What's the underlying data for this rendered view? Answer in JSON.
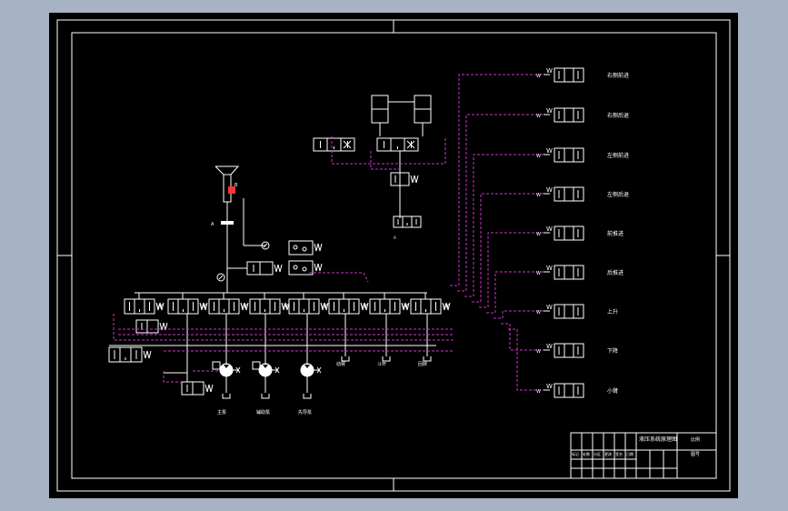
{
  "colors": {
    "background": "#a7b3c4",
    "sheet": "#000000",
    "line": "#ffffff",
    "pilot": "#cc33cc",
    "accent": "#ff3333"
  },
  "labels": {
    "right_valves": [
      "右侧前进",
      "右侧后退",
      "左侧前进",
      "左侧后退",
      "前推进",
      "后推进",
      "上升",
      "下降",
      "小臂"
    ],
    "bottom": [
      "主泵",
      "辅助泵",
      "先导泵"
    ],
    "loads": [
      "动臂",
      "斗杆",
      "回转"
    ],
    "small": [
      "A",
      "B",
      "A"
    ]
  },
  "title_block": {
    "title": "液压系统原理图",
    "row_labels": [
      "标记",
      "处数",
      "分区",
      "更改文件号",
      "签名",
      "日期"
    ],
    "right_a": "比例",
    "right_b": "图号"
  }
}
